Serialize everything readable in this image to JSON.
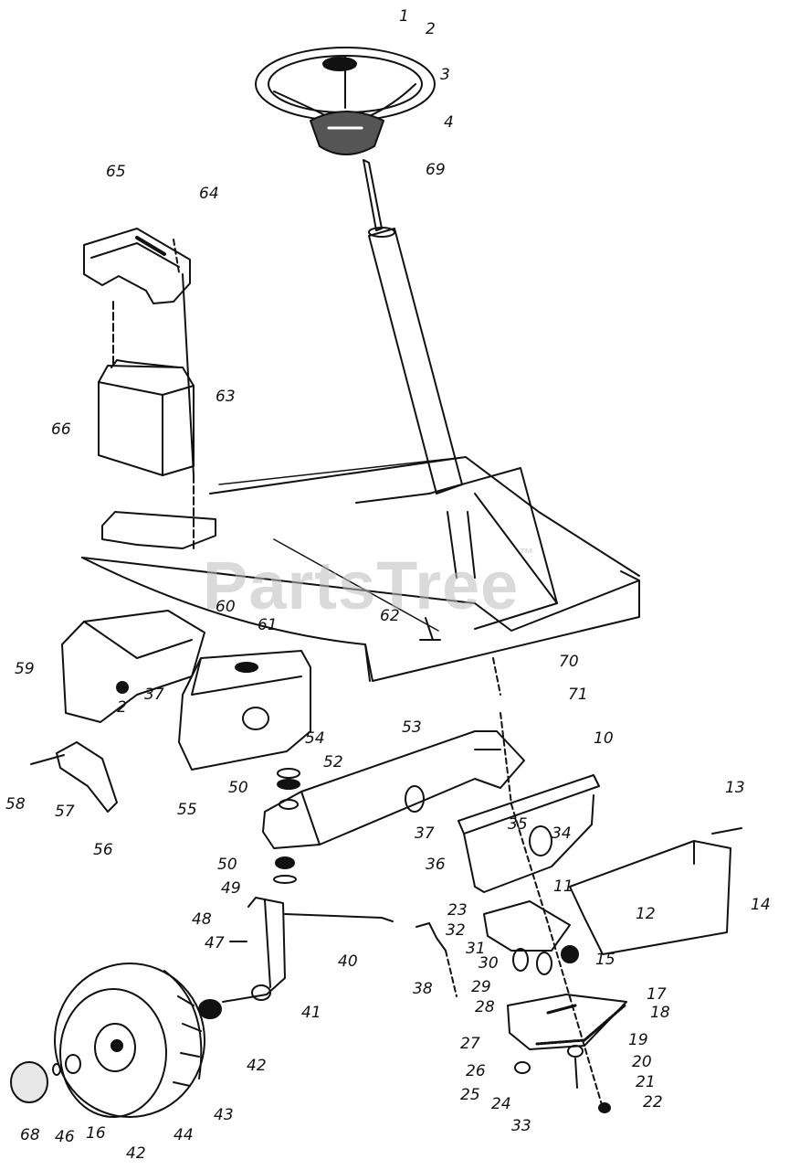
{
  "watermark": {
    "brand": "PartsTree",
    "trademark": "™"
  },
  "colors": {
    "ink": "#111111",
    "watermark": "#bdbdbd",
    "background": "#ffffff"
  },
  "callouts": [
    "1",
    "2",
    "3",
    "4",
    "69",
    "65",
    "64",
    "63",
    "66",
    "62",
    "70",
    "71",
    "60",
    "61",
    "59",
    "2",
    "37",
    "54",
    "53",
    "52",
    "50",
    "55",
    "58",
    "57",
    "56",
    "10",
    "13",
    "14",
    "37",
    "35",
    "34",
    "36",
    "11",
    "12",
    "50",
    "49",
    "23",
    "48",
    "47",
    "32",
    "31",
    "30",
    "15",
    "40",
    "38",
    "29",
    "17",
    "41",
    "28",
    "18",
    "42",
    "27",
    "19",
    "26",
    "20",
    "25",
    "21",
    "24",
    "22",
    "68",
    "46",
    "16",
    "42",
    "44",
    "43",
    "33"
  ]
}
